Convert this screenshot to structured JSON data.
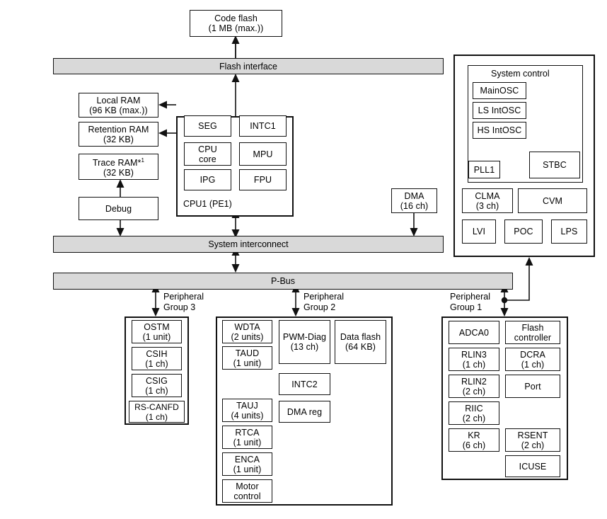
{
  "diagram": {
    "title": "MCU block diagram",
    "background": "#ffffff",
    "bus_fill": "#d9d9d9",
    "line_color": "#111111"
  },
  "top": {
    "code_flash": {
      "l1": "Code flash",
      "l2": "(1 MB (max.))"
    },
    "flash_interface": {
      "label": "Flash interface"
    }
  },
  "memory": {
    "local_ram": {
      "l1": "Local RAM",
      "l2": "(96 KB (max.))"
    },
    "retention_ram": {
      "l1": "Retention RAM",
      "l2": "(32 KB)"
    },
    "trace_ram": {
      "l1": "Trace RAM*1",
      "l1_base": "Trace RAM*",
      "l1_sup": "1",
      "l2": "(32 KB)"
    },
    "debug": {
      "l1": "Debug"
    }
  },
  "cpu": {
    "label": "CPU1 (PE1)",
    "blocks": [
      {
        "l1": "SEG"
      },
      {
        "l1": "INTC1"
      },
      {
        "l1": "CPU",
        "l2": "core"
      },
      {
        "l1": "MPU"
      },
      {
        "l1": "IPG"
      },
      {
        "l1": "FPU"
      }
    ]
  },
  "dma": {
    "l1": "DMA",
    "l2": "(16 ch)"
  },
  "buses": {
    "system_interconnect": {
      "label": "System interconnect"
    },
    "p_bus": {
      "label": "P-Bus"
    }
  },
  "system_control": {
    "title": "System control",
    "inner_blocks": [
      {
        "l1": "MainOSC"
      },
      {
        "l1": "LS IntOSC"
      },
      {
        "l1": "HS IntOSC"
      },
      {
        "l1": "PLL1"
      },
      {
        "l1": "STBC"
      }
    ],
    "outer_blocks": [
      {
        "l1": "CLMA",
        "l2": "(3 ch)"
      },
      {
        "l1": "CVM"
      },
      {
        "l1": "LVI"
      },
      {
        "l1": "POC"
      },
      {
        "l1": "LPS"
      }
    ]
  },
  "peripheral_groups": [
    {
      "caption_l1": "Peripheral",
      "caption_l2": "Group 3",
      "blocks": [
        {
          "l1": "OSTM",
          "l2": "(1 unit)"
        },
        {
          "l1": "CSIH",
          "l2": "(1 ch)"
        },
        {
          "l1": "CSIG",
          "l2": "(1 ch)"
        },
        {
          "l1": "RS-CANFD",
          "l2": "(1 ch)"
        }
      ]
    },
    {
      "caption_l1": "Peripheral",
      "caption_l2": "Group 2",
      "blocks_col1": [
        {
          "l1": "WDTA",
          "l2": "(2 units)"
        },
        {
          "l1": "TAUD",
          "l2": "(1 unit)"
        },
        {
          "l1": "TAUJ",
          "l2": "(4 units)"
        },
        {
          "l1": "RTCA",
          "l2": "(1 unit)"
        },
        {
          "l1": "ENCA",
          "l2": "(1 unit)"
        },
        {
          "l1": "Motor",
          "l2": "control"
        }
      ],
      "blocks_col2": [
        {
          "l1": "PWM-Diag",
          "l2": "(13 ch)"
        },
        {
          "l1": "INTC2"
        },
        {
          "l1": "DMA reg"
        }
      ],
      "blocks_col3": [
        {
          "l1": "Data flash",
          "l2": "(64 KB)"
        }
      ]
    },
    {
      "caption_l1": "Peripheral",
      "caption_l2": "Group 1",
      "blocks_col1": [
        {
          "l1": "ADCA0"
        },
        {
          "l1": "RLIN3",
          "l2": "(1 ch)"
        },
        {
          "l1": "RLIN2",
          "l2": "(2 ch)"
        },
        {
          "l1": "RIIC",
          "l2": "(2 ch)"
        },
        {
          "l1": "KR",
          "l2": "(6 ch)"
        }
      ],
      "blocks_col2": [
        {
          "l1": "Flash",
          "l2": "controller"
        },
        {
          "l1": "DCRA",
          "l2": "(1 ch)"
        },
        {
          "l1": "Port"
        },
        {
          "l1": "RSENT",
          "l2": "(2 ch)"
        },
        {
          "l1": "ICUSE"
        }
      ]
    }
  ]
}
